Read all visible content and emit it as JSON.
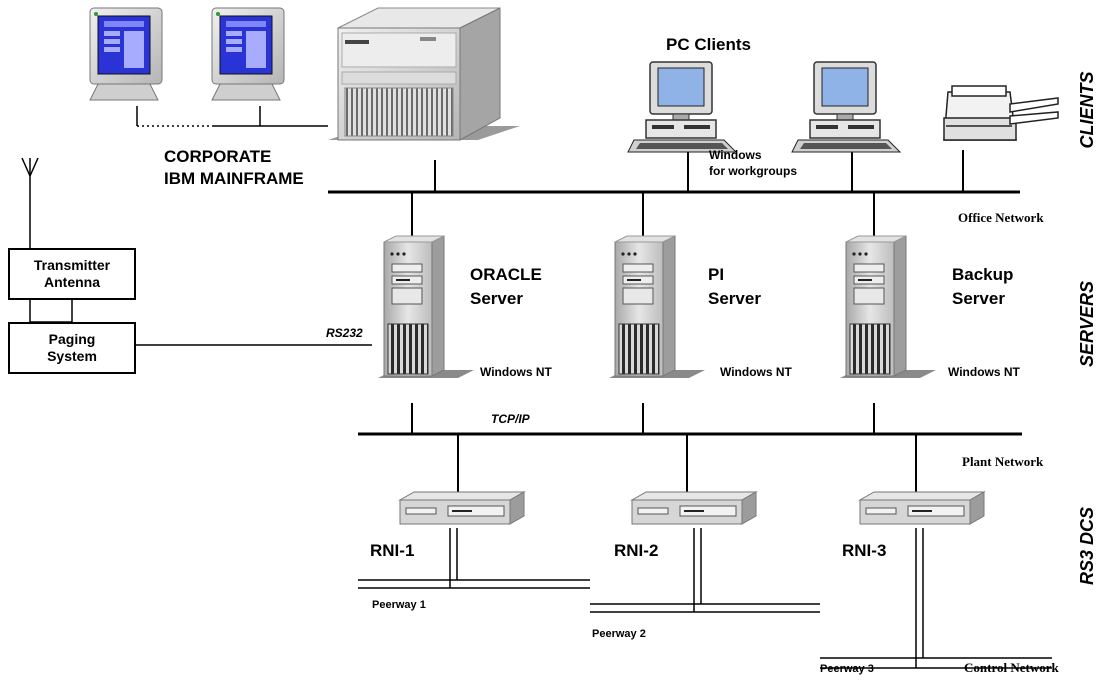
{
  "labels": {
    "pc_clients": "PC Clients",
    "corporate_line1": "CORPORATE",
    "corporate_line2": "IBM MAINFRAME",
    "windows_wg_line1": "Windows",
    "windows_wg_line2": "for  workgroups",
    "office_network": "Office Network",
    "plant_network": "Plant Network",
    "control_network": "Control Network",
    "oracle_line1": "ORACLE",
    "oracle_line2": "Server",
    "pi_line1": "PI",
    "pi_line2": "Server",
    "backup_line1": "Backup",
    "backup_line2": "Server",
    "windows_nt_1": "Windows NT",
    "windows_nt_2": "Windows NT",
    "windows_nt_3": "Windows NT",
    "rs232": "RS232",
    "tcpip": "TCP/IP",
    "rni1": "RNI-1",
    "rni2": "RNI-2",
    "rni3": "RNI-3",
    "peerway1": "Peerway 1",
    "peerway2": "Peerway 2",
    "peerway3": "Peerway 3",
    "transmitter": "Transmitter\nAntenna",
    "paging": "Paging\nSystem"
  },
  "side_labels": {
    "clients": "CLIENTS",
    "servers": "SERVERS",
    "rs3dcs": "RS3 DCS"
  },
  "icons": {
    "terminal": "ibm-terminal-icon",
    "mainframe": "mainframe-icon",
    "pc": "pc-workstation-icon",
    "printer": "printer-icon",
    "server": "tower-server-icon",
    "rni": "rni-rack-unit-icon",
    "antenna": "antenna-icon"
  },
  "colors": {
    "screen_blue": "#2a33d6",
    "pc_screen": "#8fb3e6",
    "device_grey": "#c8c8c8",
    "dark": "#000000"
  }
}
